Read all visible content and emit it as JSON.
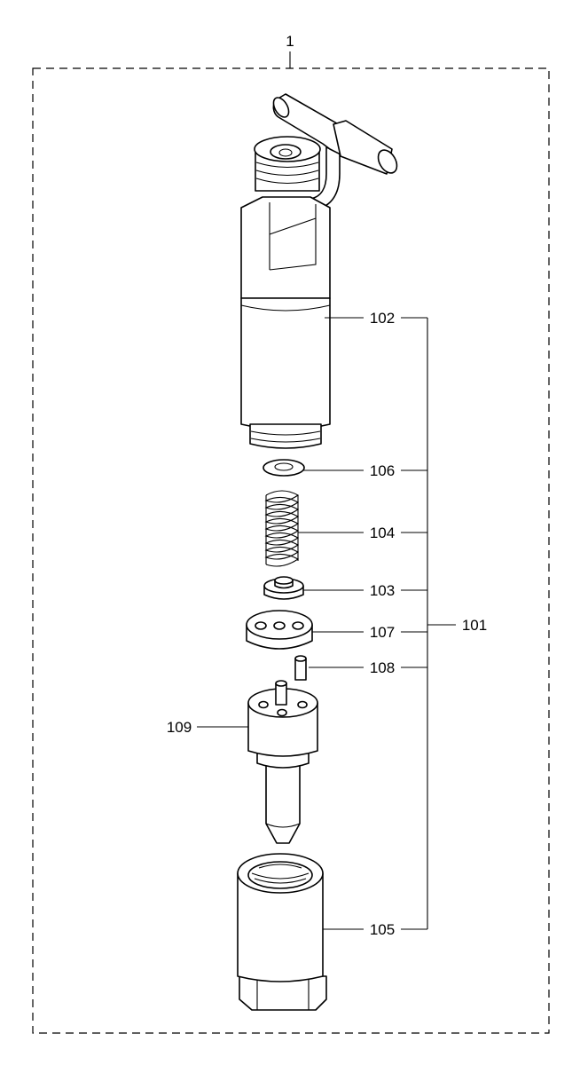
{
  "labels": {
    "assembly": "1",
    "sub_assembly": "101",
    "holder": "102",
    "spacer": "103",
    "spring": "104",
    "retaining_nut": "105",
    "shim": "106",
    "distance_piece": "107",
    "pin": "108",
    "nozzle": "109"
  }
}
